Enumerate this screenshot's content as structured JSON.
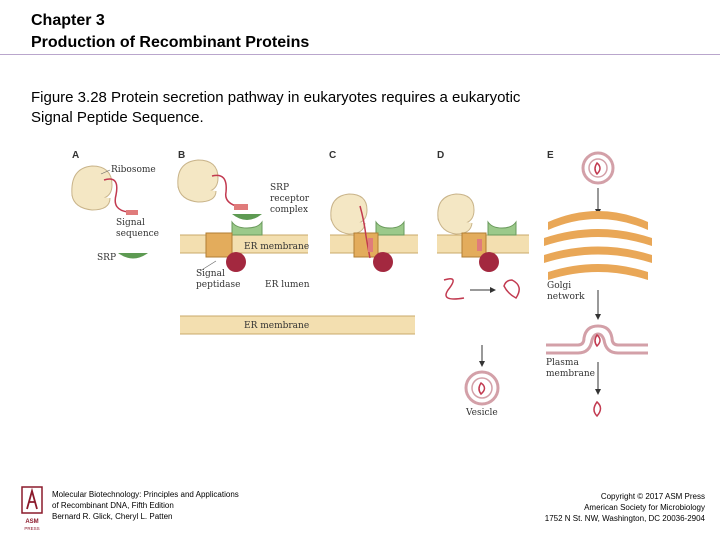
{
  "header": {
    "chapter": "Chapter 3",
    "title": "Production of Recombinant Proteins"
  },
  "caption": {
    "line1": "Figure 3.28 Protein secretion pathway in eukaryotes requires a eukaryotic",
    "line2": "Signal Peptide Sequence."
  },
  "figure": {
    "panels": [
      "A",
      "B",
      "C",
      "D",
      "E"
    ],
    "labels": {
      "ribosome": "Ribosome",
      "signal_sequence_1": "Signal",
      "signal_sequence_2": "sequence",
      "srp": "SRP",
      "srp_receptor_1": "SRP",
      "srp_receptor_2": "receptor",
      "srp_receptor_3": "complex",
      "er_membrane_top": "ER membrane",
      "signal_peptidase_1": "Signal",
      "signal_peptidase_2": "peptidase",
      "er_lumen": "ER lumen",
      "er_membrane_bottom": "ER membrane",
      "vesicle": "Vesicle",
      "golgi_1": "Golgi",
      "golgi_2": "network",
      "plasma_1": "Plasma",
      "plasma_2": "membrane"
    },
    "colors": {
      "ribosome": "#f4e7c4",
      "membrane": "#f3dfb0",
      "srp": "#5d9a52",
      "receptor": "#9bc98a",
      "peptidase": "#a3283f",
      "signal": "#e07b7b",
      "channel": "#e3ac5c",
      "golgi": "#e9a757",
      "protein": "#c23a50"
    }
  },
  "footer": {
    "book_1": "Molecular Biotechnology: Principles and Applications",
    "book_2": "of Recombinant DNA, Fifth Edition",
    "book_3": "Bernard R. Glick, Cheryl L. Patten",
    "copy_1": "Copyright © 2017 ASM Press",
    "copy_2": "American Society for Microbiology",
    "copy_3": "1752 N St. NW, Washington, DC 20036-2904",
    "logo_text": "ASM PRESS"
  }
}
